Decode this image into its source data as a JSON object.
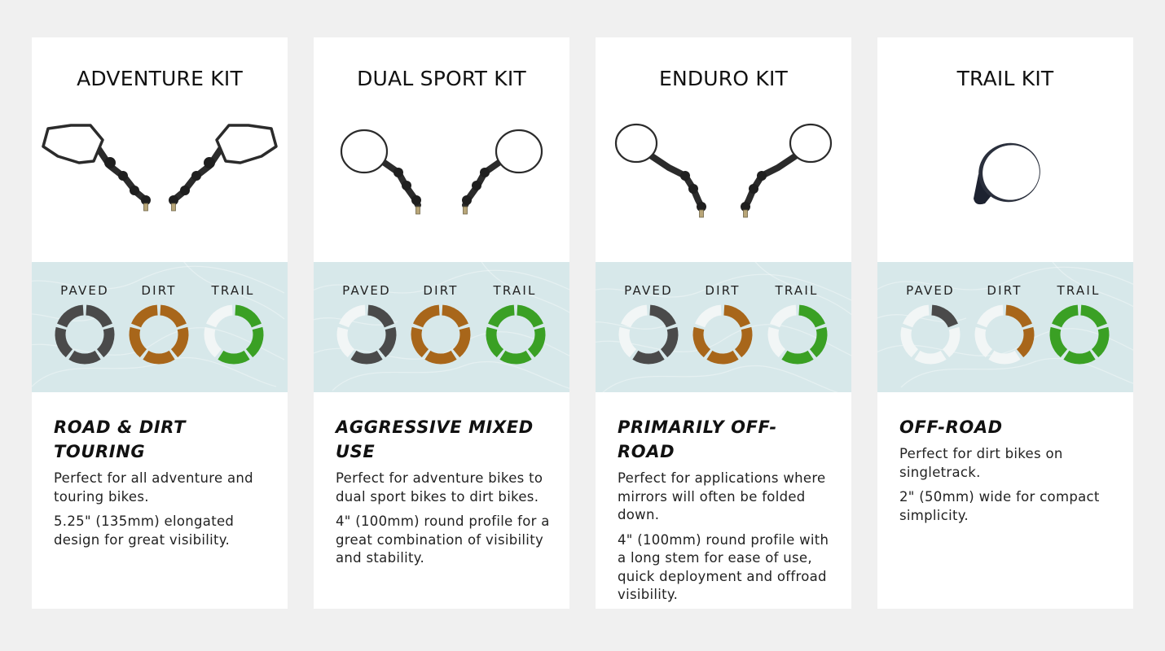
{
  "cards": [
    {
      "title": "ADVENTURE KIT",
      "mirror": "adventure-elongated",
      "labels": [
        "PAVED",
        "DIRT",
        "TRAIL"
      ],
      "ratings": [
        5,
        5,
        3
      ],
      "subtitle": "ROAD & DIRT TOURING",
      "paragraphs": [
        "Perfect for all adventure and touring bikes.",
        "5.25\" (135mm) elongated design for great visibility."
      ]
    },
    {
      "title": "DUAL SPORT KIT",
      "mirror": "round-folding",
      "labels": [
        "PAVED",
        "DIRT",
        "TRAIL"
      ],
      "ratings": [
        3,
        5,
        5
      ],
      "subtitle": "AGGRESSIVE MIXED USE",
      "paragraphs": [
        "Perfect for adventure bikes to dual sport bikes to dirt bikes.",
        "4\" (100mm) round profile for a great combination of visibility and stability."
      ]
    },
    {
      "title": "ENDURO KIT",
      "mirror": "round-long-stem",
      "labels": [
        "PAVED",
        "DIRT",
        "TRAIL"
      ],
      "ratings": [
        3,
        4,
        3
      ],
      "subtitle": "PRIMARILY OFF-ROAD",
      "paragraphs": [
        "Perfect for applications where mirrors will often be folded down.",
        "4\" (100mm) round profile with a long stem for ease of use, quick deployment and offroad visibility."
      ]
    },
    {
      "title": "TRAIL KIT",
      "mirror": "compact-round",
      "labels": [
        "PAVED",
        "DIRT",
        "TRAIL"
      ],
      "ratings": [
        1,
        2,
        5
      ],
      "subtitle": "OFF-ROAD",
      "paragraphs": [
        "Perfect for dirt bikes on singletrack.",
        "2\" (50mm) wide for compact simplicity."
      ]
    }
  ],
  "rating_max": 5,
  "colors": {
    "paved": "#4a4a4a",
    "dirt": "#a8661a",
    "trail": "#3aa024",
    "empty": "#f2f6f6",
    "terrain_bg": "#d7e8ea",
    "page_bg": "#f0f0f0"
  }
}
